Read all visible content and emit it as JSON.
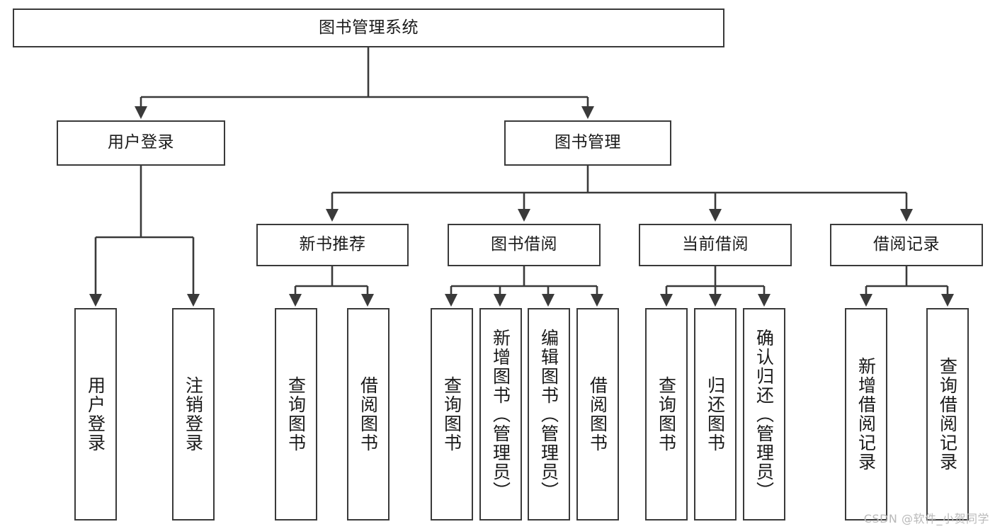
{
  "diagram": {
    "title": "图书管理系统",
    "type": "tree-hierarchy-chart",
    "watermark": "CSDN @软件_小贺同学",
    "colors": {
      "border": "#3a3a3a",
      "background": "#ffffff",
      "text": "#1a1a1a",
      "edge": "#3a3a3a",
      "watermark": "#b9b9b9"
    },
    "nodes": {
      "root": {
        "label": "图书管理系统"
      },
      "level2": [
        {
          "id": "user-login",
          "label": "用户登录"
        },
        {
          "id": "book-management",
          "label": "图书管理"
        }
      ],
      "level3": [
        {
          "id": "new-book-recommend",
          "label": "新书推荐"
        },
        {
          "id": "book-borrow",
          "label": "图书借阅"
        },
        {
          "id": "current-borrow",
          "label": "当前借阅"
        },
        {
          "id": "borrow-record",
          "label": "借阅记录"
        }
      ],
      "leaves": {
        "user-login": [
          {
            "id": "leaf-user-login",
            "label": "用户登录"
          },
          {
            "id": "leaf-logout-login",
            "label": "注销登录"
          }
        ],
        "new-book-recommend": [
          {
            "id": "leaf-query-book-1",
            "label": "查询图书"
          },
          {
            "id": "leaf-borrow-book-1",
            "label": "借阅图书"
          }
        ],
        "book-borrow": [
          {
            "id": "leaf-query-book-2",
            "label": "查询图书"
          },
          {
            "id": "leaf-add-book",
            "label": "新增图书（管理员）"
          },
          {
            "id": "leaf-edit-book",
            "label": "编辑图书（管理员）"
          },
          {
            "id": "leaf-borrow-book-2",
            "label": "借阅图书"
          }
        ],
        "current-borrow": [
          {
            "id": "leaf-query-book-3",
            "label": "查询图书"
          },
          {
            "id": "leaf-return-book",
            "label": "归还图书"
          },
          {
            "id": "leaf-confirm-return",
            "label": "确认归还（管理员）"
          }
        ],
        "borrow-record": [
          {
            "id": "leaf-add-record",
            "label": "新增借阅记录"
          },
          {
            "id": "leaf-query-record",
            "label": "查询借阅记录"
          }
        ]
      }
    }
  }
}
